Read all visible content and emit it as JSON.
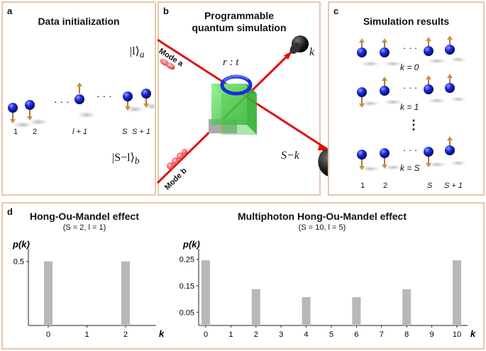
{
  "panel_a": {
    "label": "a",
    "title": "Data initialization",
    "atom_labels": [
      "1",
      "2",
      "l + 1",
      "S",
      "S + 1"
    ],
    "dots": "· · ·"
  },
  "panel_b": {
    "label": "b",
    "title_line1": "Programmable",
    "title_line2": "quantum simulation",
    "ket_a": "|l⟩",
    "ket_a_sub": "a",
    "ket_b": "|S−l⟩",
    "ket_b_sub": "b",
    "mode_a": "Mode a",
    "mode_b": "Mode b",
    "ratio": "r : t",
    "det_k": "k",
    "det_sk": "S−k"
  },
  "panel_c": {
    "label": "c",
    "title": "Simulation results",
    "row_labels": [
      "k = 0",
      "k = 1",
      "k = S"
    ],
    "vdots": "⋮",
    "atom_labels": [
      "1",
      "2",
      "S",
      "S + 1"
    ]
  },
  "panel_d": {
    "label": "d",
    "colors": {
      "bar": "#b8b8b8",
      "axis": "#222222"
    },
    "chart_data": [
      {
        "type": "bar",
        "title": "Hong-Ou-Mandel effect",
        "subtitle": "(S = 2, l = 1)",
        "ylabel": "p(k)",
        "xlabel": "k",
        "categories": [
          "0",
          "1",
          "2"
        ],
        "values": [
          0.5,
          0,
          0.5
        ],
        "yticks": [
          "0.5"
        ],
        "ylim": [
          0,
          0.62
        ]
      },
      {
        "type": "bar",
        "title": "Multiphoton Hong-Ou-Mandel effect",
        "subtitle": "(S = 10, l = 5)",
        "ylabel": "p(k)",
        "xlabel": "k",
        "categories": [
          "0",
          "1",
          "2",
          "3",
          "4",
          "5",
          "6",
          "7",
          "8",
          "9",
          "10"
        ],
        "values": [
          0.246,
          0,
          0.137,
          0,
          0.107,
          0,
          0.107,
          0,
          0.137,
          0,
          0.246
        ],
        "yticks": [
          "0.25",
          "0.15",
          "0.05"
        ],
        "ylim": [
          0,
          0.3
        ]
      }
    ]
  }
}
